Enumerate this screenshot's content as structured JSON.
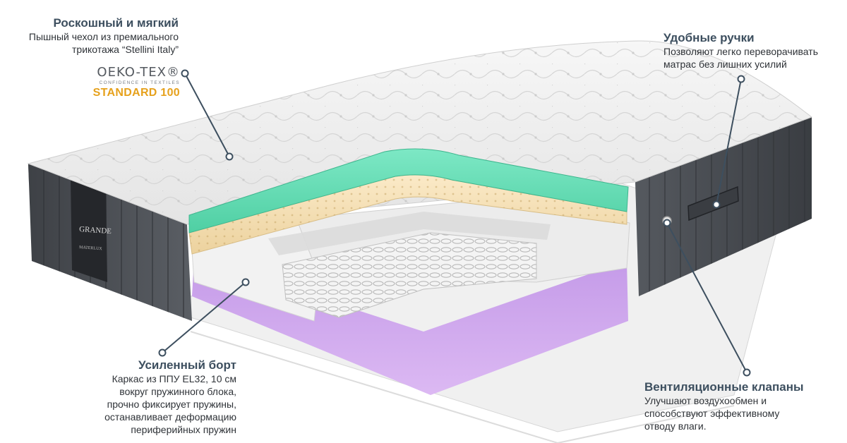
{
  "callouts": {
    "cover": {
      "title": "Роскошный и мягкий",
      "body_line1": "Пышный чехол из премиального",
      "body_line2": "трикотажа “Stellini Italy”"
    },
    "handles": {
      "title": "Удобные ручки",
      "body_line1": "Позволяют легко переворачивать",
      "body_line2": "матрас без лишних усилий"
    },
    "border": {
      "title": "Усиленный борт",
      "body_line1": "Каркас из ППУ EL32, 10 см",
      "body_line2": "вокруг пружинного блока,",
      "body_line3": "прочно фиксирует пружины,",
      "body_line4": "останавливает деформацию",
      "body_line5": "периферийных пружин"
    },
    "vents": {
      "title": "Вентиляционные клапаны",
      "body_line1": "Улучшают воздухообмен и",
      "body_line2": "способствуют эффективному",
      "body_line3": "отводу влаги."
    }
  },
  "certification": {
    "brand": "OEKO-TEX®",
    "tagline": "CONFIDENCE IN TEXTILES",
    "standard": "STANDARD 100"
  },
  "mattress_label": {
    "line1": "GRANDE",
    "line2": "MATERLUX"
  },
  "colors": {
    "title_text": "#3d4f5f",
    "body_text": "#2f3338",
    "certification_gold": "#e6a11c",
    "leader_line": "#3d4f5f",
    "green_foam": "#63d9b4",
    "latex_layer": "#f4dfb4",
    "purple_base": "#b98be0",
    "side_fabric": "#4a4d52"
  }
}
